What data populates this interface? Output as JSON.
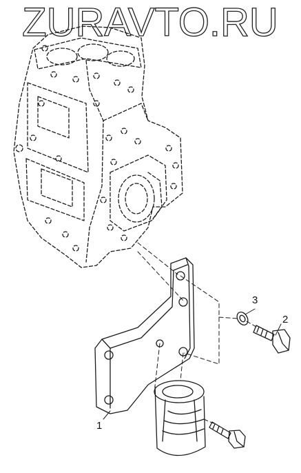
{
  "watermark": {
    "text": "ZURAVTO.RU"
  },
  "callouts": [
    {
      "id": "1",
      "label": "1"
    },
    {
      "id": "2",
      "label": "2"
    },
    {
      "id": "3",
      "label": "3"
    }
  ],
  "colors": {
    "line": "#1a1a1a",
    "background": "#ffffff"
  }
}
